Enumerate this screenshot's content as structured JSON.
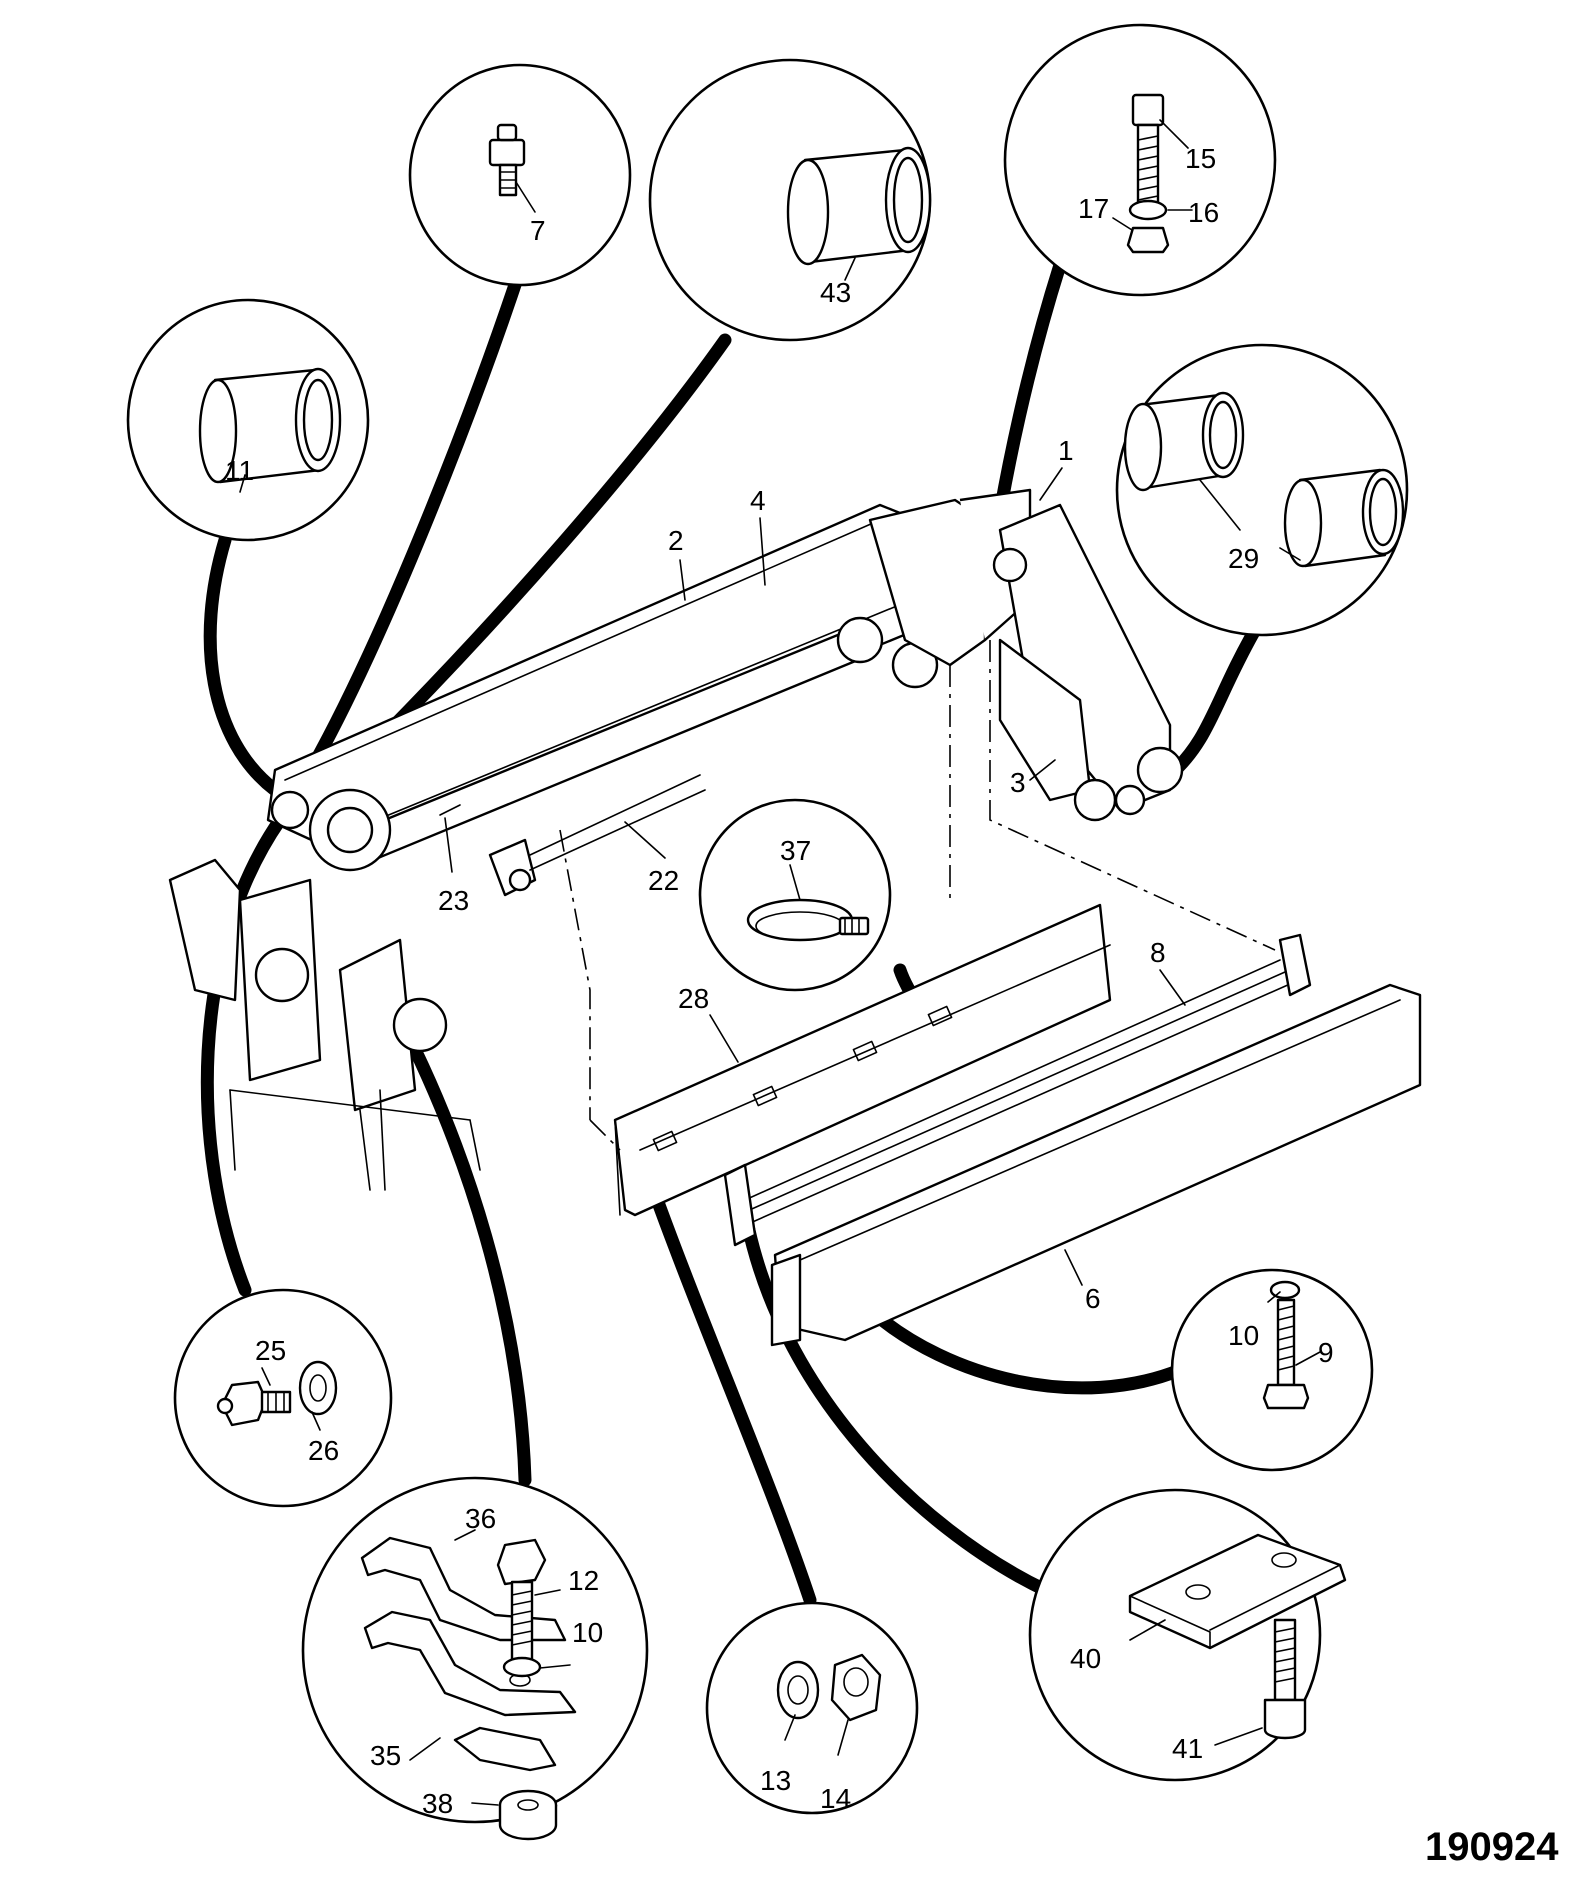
{
  "drawing_reference": "190924",
  "callouts": {
    "c1": "1",
    "c2": "2",
    "c3": "3",
    "c4": "4",
    "c6": "6",
    "c7": "7",
    "c8": "8",
    "c9": "9",
    "c10a": "10",
    "c10b": "10",
    "c11": "11",
    "c12": "12",
    "c13": "13",
    "c14": "14",
    "c15": "15",
    "c16": "16",
    "c17": "17",
    "c22": "22",
    "c23": "23",
    "c25": "25",
    "c26": "26",
    "c28": "28",
    "c29": "29",
    "c35": "35",
    "c36": "36",
    "c37": "37",
    "c38": "38",
    "c40": "40",
    "c41": "41",
    "c43": "43"
  }
}
